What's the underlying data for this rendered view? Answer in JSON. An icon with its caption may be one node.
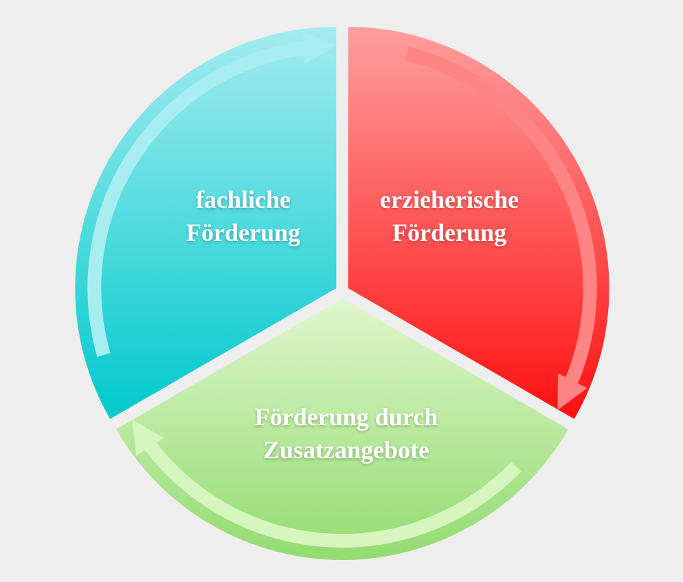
{
  "diagram": {
    "nodes": [
      {
        "text": [
          "fachliche Förderung"
        ]
      },
      {
        "text": [
          "erzieherische Förderung"
        ]
      },
      {
        "text": [
          "Förderung durch Zusatzangebote"
        ]
      }
    ],
    "edges": [
      {
        "from": 0,
        "to": 1,
        "arrow": "to",
        "color": "#a8eef1"
      },
      {
        "from": 1,
        "to": 2,
        "arrow": "to",
        "color": "#ff8585"
      },
      {
        "from": 2,
        "to": 0,
        "arrow": "to",
        "color": "#d6f5bf"
      }
    ]
  }
}
